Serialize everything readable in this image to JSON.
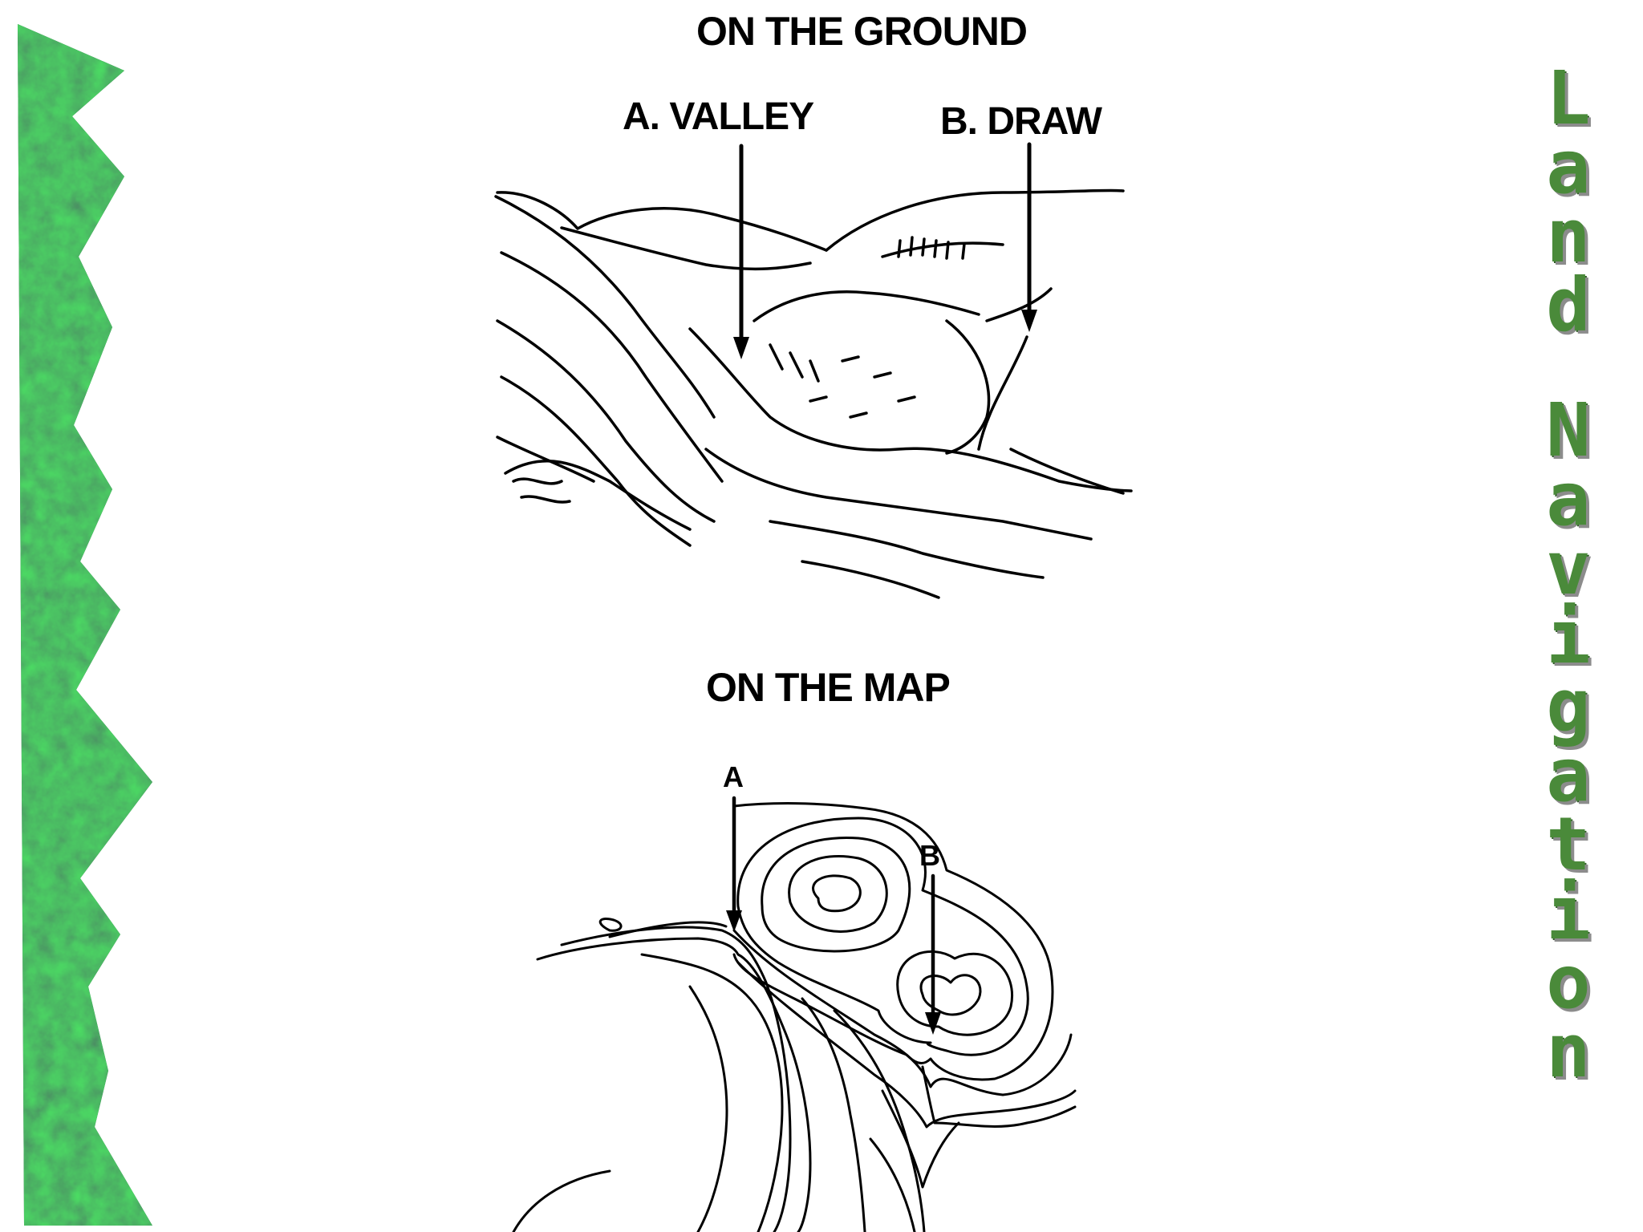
{
  "ground": {
    "title": "ON THE GROUND",
    "valley_label": "A. VALLEY",
    "draw_label": "B. DRAW"
  },
  "map": {
    "title": "ON THE MAP",
    "point_a": "A",
    "point_b": "B"
  },
  "side_title": {
    "word1": "Land",
    "word2": "Navigation",
    "color": "#4a8a3a"
  },
  "colors": {
    "border_green": "#1f5a35",
    "ink": "#000000"
  }
}
